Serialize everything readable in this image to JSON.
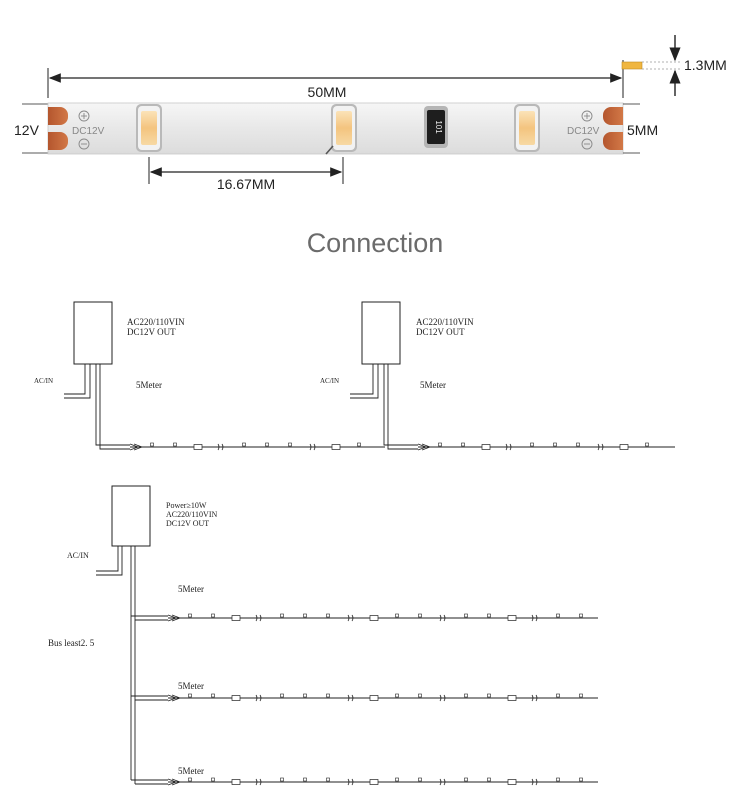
{
  "strip_dimensions": {
    "total_length": "50MM",
    "thickness": "1.3MM",
    "width": "5MM",
    "voltage": "12V",
    "led_pitch": "16.67MM",
    "pad_label": "DC12V",
    "resistor_code": "101"
  },
  "section_title": "Connection",
  "single_connections": [
    {
      "psu_line1": "AC220/110VIN",
      "psu_line2": "DC12V OUT",
      "input_label": "AC/IN",
      "length_label": "5Meter"
    },
    {
      "psu_line1": "AC220/110VIN",
      "psu_line2": "DC12V OUT",
      "input_label": "AC/IN",
      "length_label": "5Meter"
    }
  ],
  "parallel_connection": {
    "psu_line1": "Power≥10W",
    "psu_line2": "AC220/110VIN",
    "psu_line3": "DC12V OUT",
    "input_label": "AC/IN",
    "bus_label": "Bus least2. 5",
    "branches": [
      {
        "length_label": "5Meter"
      },
      {
        "length_label": "5Meter"
      },
      {
        "length_label": "5Meter"
      }
    ]
  },
  "colors": {
    "strip_board": "#eeeeee",
    "copper_pad": "#c8663a",
    "led_chip": "#f4cf92",
    "line": "#222222",
    "title_gray": "#6b6b6b",
    "tape_yellow": "#f0b640"
  }
}
